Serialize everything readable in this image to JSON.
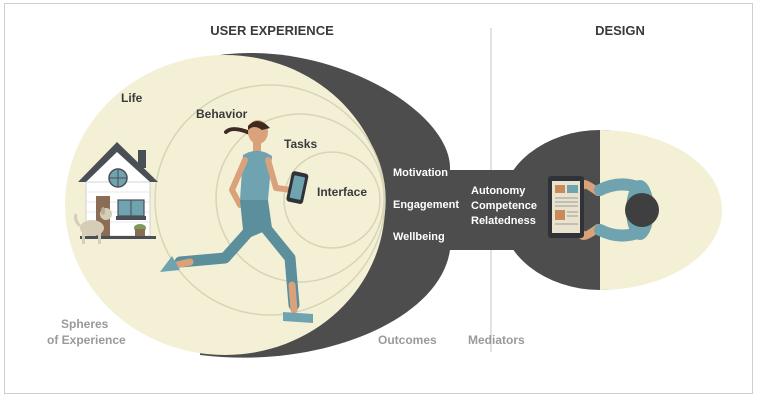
{
  "headings": {
    "user_experience": "USER EXPERIENCE",
    "design": "DESIGN"
  },
  "spheres": {
    "life": "Life",
    "behavior": "Behavior",
    "tasks": "Tasks",
    "interface": "Interface"
  },
  "outcomes": [
    "Motivation",
    "Engagement",
    "Wellbeing"
  ],
  "mediators": [
    "Autonomy",
    "Competence",
    "Relatedness"
  ],
  "footer_labels": {
    "spheres_line1": "Spheres",
    "spheres_line2": "of Experience",
    "outcomes": "Outcomes",
    "mediators": "Mediators"
  },
  "colors": {
    "cream": "#f4f0d6",
    "dark": "#4d4d4d",
    "teal": "#6fa3b0",
    "skin": "#d9a27a",
    "hair": "#3d2b22"
  }
}
